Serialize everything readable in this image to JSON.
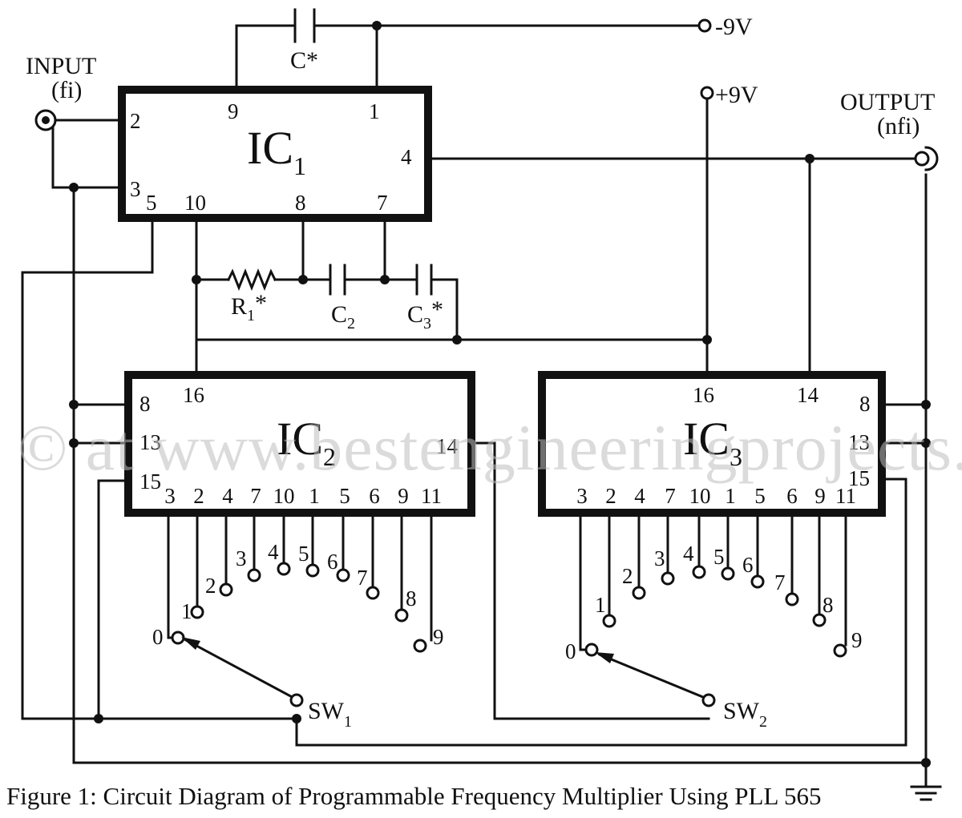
{
  "supplies": {
    "neg": "-9V",
    "pos": "+9V"
  },
  "io": {
    "input_label": "INPUT",
    "input_sub": "(fi)",
    "output_label": "OUTPUT",
    "output_sub": "(nfi)"
  },
  "ic1": {
    "name": "IC",
    "sub": "1",
    "pins": {
      "p2": "2",
      "p3": "3",
      "p5": "5",
      "p10": "10",
      "p8": "8",
      "p7": "7",
      "p9": "9",
      "p1": "1",
      "p4": "4"
    }
  },
  "ic2": {
    "name": "IC",
    "sub": "2",
    "pins": {
      "p16": "16",
      "p8": "8",
      "p13": "13",
      "p15": "15",
      "p14": "14",
      "bottom": [
        "3",
        "2",
        "4",
        "7",
        "10",
        "1",
        "5",
        "6",
        "9",
        "11"
      ]
    }
  },
  "ic3": {
    "name": "IC",
    "sub": "3",
    "pins": {
      "p16": "16",
      "p14": "14",
      "p8": "8",
      "p13": "13",
      "p15": "15",
      "bottom": [
        "3",
        "2",
        "4",
        "7",
        "10",
        "1",
        "5",
        "6",
        "9",
        "11"
      ]
    }
  },
  "components": {
    "c_star": "C*",
    "r1": {
      "name": "R",
      "sub": "1",
      "suffix": "*"
    },
    "c2": {
      "name": "C",
      "sub": "2"
    },
    "c3": {
      "name": "C",
      "sub": "3",
      "suffix": "*"
    }
  },
  "sw1": {
    "name": "SW",
    "sub": "1",
    "positions": [
      "0",
      "1",
      "2",
      "3",
      "4",
      "5",
      "6",
      "7",
      "8",
      "9"
    ]
  },
  "sw2": {
    "name": "SW",
    "sub": "2",
    "positions": [
      "0",
      "1",
      "2",
      "3",
      "4",
      "5",
      "6",
      "7",
      "8",
      "9"
    ]
  },
  "watermark": "© at www.bestengineeringprojects.com",
  "caption": "Figure 1: Circuit Diagram of Programmable Frequency Multiplier Using PLL 565"
}
